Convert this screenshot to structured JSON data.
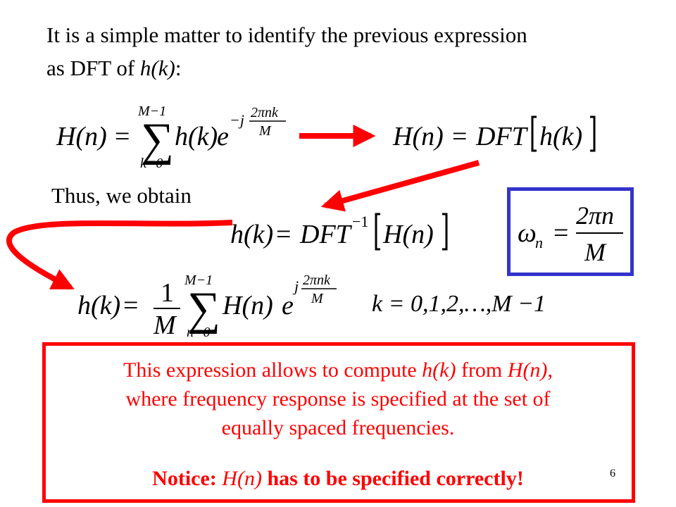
{
  "intro": {
    "line1": "It is a simple matter to identify the previous expression",
    "line2_prefix": "as DFT of ",
    "line2_var": "h(k)",
    "line2_suffix": ":"
  },
  "thus_label": "Thus, we obtain",
  "equations": {
    "sum_upper": "M−1",
    "sum_lower_k": "k=0",
    "sum_lower_n": "n=0",
    "H_n": "H(n)",
    "h_k": "h(k)",
    "DFT": "DFT",
    "exp_neg": "−j",
    "exp_pos": "j",
    "two_pi_nk": "2πnk",
    "M": "M",
    "one": "1",
    "inv": "−1",
    "k_range": "k = 0,1,2,…,M −1",
    "omega_n": "ω",
    "omega_sub": "n",
    "two_pi_n": "2πn"
  },
  "note": {
    "line1_a": "This expression allows to compute ",
    "line1_hk": "h(k)",
    "line1_b": " from ",
    "line1_Hn": "H(n)",
    "line1_c": ",",
    "line2": "where frequency response is specified at  the set of",
    "line3": "equally spaced frequencies.",
    "notice_label": "Notice: ",
    "notice_var": "H(n)",
    "notice_rest": " has to be specified correctly!"
  },
  "slide_number": "6",
  "colors": {
    "arrow": "#ff0000",
    "omega_border": "#3333cc",
    "note_border": "#ff0000"
  }
}
